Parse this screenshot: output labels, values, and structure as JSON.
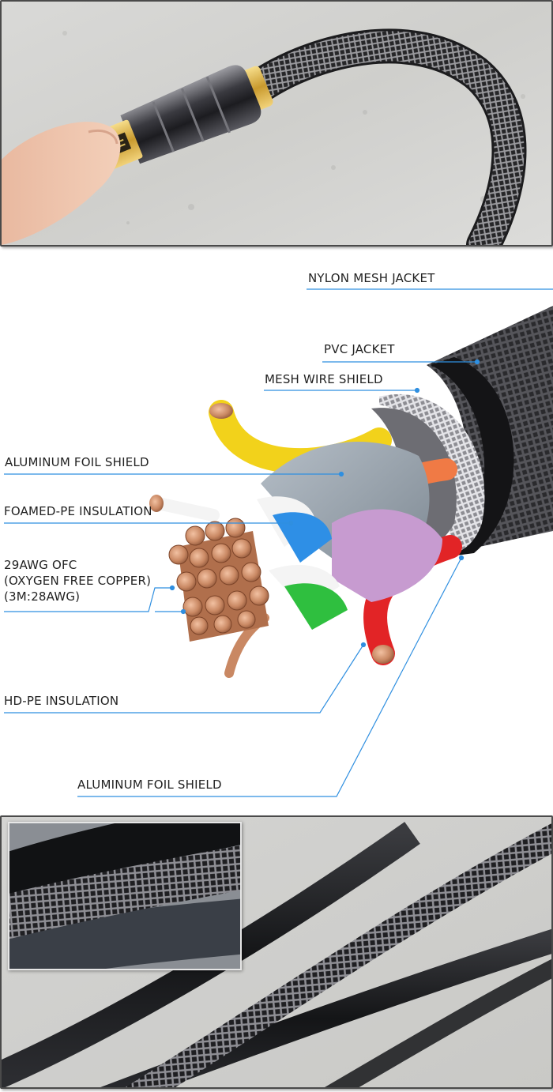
{
  "diagram": {
    "labels": {
      "nylon_mesh_jacket": "NYLON MESH JACKET",
      "pvc_jacket": "PVC JACKET",
      "mesh_wire_shield": "MESH WIRE SHIELD",
      "aluminum_foil_shield_top": "ALUMINUM FOIL SHIELD",
      "foamed_pe_insulation": "FOAMED-PE INSULATION",
      "ofc_line1": "29AWG OFC",
      "ofc_line2": "(OXYGEN FREE COPPER)",
      "ofc_line3": "(3M:28AWG)",
      "hd_pe_insulation": "HD-PE INSULATION",
      "aluminum_foil_shield_bottom": "ALUMINUM FOIL SHIELD"
    },
    "colors": {
      "leader_line": "#2f8fe0",
      "jacket": "#1f1f22",
      "braid": "#b9b9bd",
      "foil": "#9aa4ae",
      "yellow_wire": "#f2d21b",
      "white_wire": "#f4f4f4",
      "blue_wire": "#2e8fe6",
      "green_wire": "#2fbf3f",
      "orange_wire": "#f07a45",
      "red_wire": "#e22426",
      "violet_wire": "#c79bd0",
      "copper": "#c98863"
    }
  }
}
